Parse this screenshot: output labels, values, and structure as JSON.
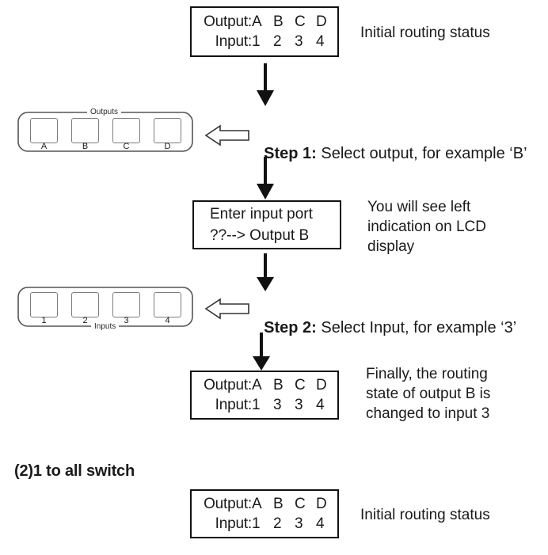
{
  "lcd_initial_top": {
    "name": "lcd-initial-top",
    "row1_label": "Output:",
    "row1_values": [
      "A",
      "B",
      "C",
      "D"
    ],
    "row2_label": "Input:",
    "row2_values": [
      "1",
      "2",
      "3",
      "4"
    ],
    "caption": "Initial routing status"
  },
  "outputs_panel": {
    "label": "Outputs",
    "buttons": [
      {
        "caption": "A"
      },
      {
        "caption": "B"
      },
      {
        "caption": "C"
      },
      {
        "caption": "D"
      }
    ]
  },
  "step1": {
    "bold": "Step 1:",
    "rest": " Select output, for example ‘B’"
  },
  "lcd_enter_input": {
    "line1": "Enter input port",
    "line2": "??--> Output B",
    "caption_line1": "You will see left",
    "caption_line2": "indication on LCD",
    "caption_line3": "display"
  },
  "inputs_panel": {
    "label": "Inputs",
    "buttons": [
      {
        "caption": "1"
      },
      {
        "caption": "2"
      },
      {
        "caption": "3"
      },
      {
        "caption": "4"
      }
    ]
  },
  "step2": {
    "bold": "Step 2:",
    "rest": " Select Input, for example ‘3’"
  },
  "lcd_final": {
    "row1_label": "Output:",
    "row1_values": [
      "A",
      "B",
      "C",
      "D"
    ],
    "row2_label": "Input:",
    "row2_values": [
      "1",
      "3",
      "3",
      "4"
    ],
    "caption_line1": "Finally, the routing",
    "caption_line2": "state of output B is",
    "caption_line3": "changed to input 3"
  },
  "section2": {
    "title": "(2)1 to all switch"
  },
  "lcd_initial_bottom": {
    "row1_label": "Output:",
    "row1_values": [
      "A",
      "B",
      "C",
      "D"
    ],
    "row2_label": "Input:",
    "row2_values": [
      "1",
      "2",
      "3",
      "4"
    ],
    "caption": "Initial routing status"
  },
  "icons": {
    "arrow_down": "arrow-down-icon",
    "arrow_left": "arrow-left-icon"
  },
  "colors": {
    "ink": "#1a1a1a",
    "panel_stroke": "#555555",
    "button_stroke": "#7d7d7d",
    "background": "#ffffff"
  }
}
